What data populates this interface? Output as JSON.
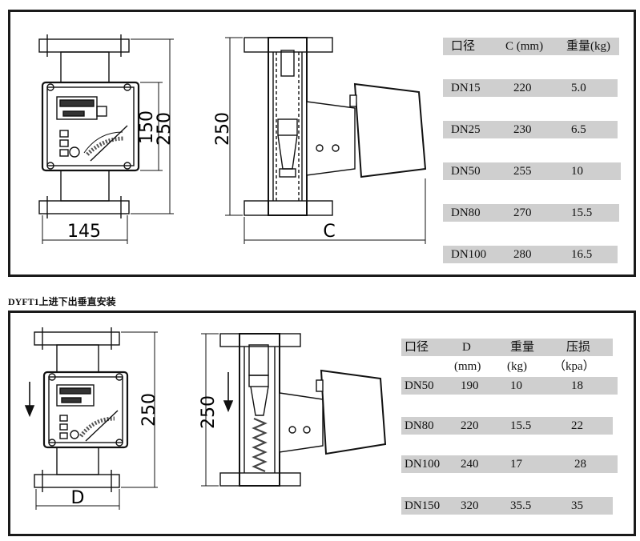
{
  "caption": "DYFT1上进下出垂直安装",
  "panel1": {
    "dims": {
      "height_outer": "250",
      "height_inner": "150",
      "width": "145",
      "side_height": "250",
      "side_width": "C"
    },
    "table": {
      "headers": [
        "口径",
        "C (mm)",
        "重量(kg)"
      ],
      "rows": [
        [
          "DN15",
          "220",
          "5.0"
        ],
        [
          "DN25",
          "230",
          "6.5"
        ],
        [
          "DN50",
          "255",
          "10"
        ],
        [
          "DN80",
          "270",
          "15.5"
        ],
        [
          "DN100",
          "280",
          "16.5"
        ]
      ]
    }
  },
  "panel2": {
    "dims": {
      "height_outer": "250",
      "width": "D",
      "side_height": "250"
    },
    "table": {
      "headers": [
        "口径",
        "D",
        "重量",
        "压损"
      ],
      "subheaders": [
        "(mm)",
        "(kg)",
        "（kpa）"
      ],
      "rows": [
        [
          "DN50",
          "190",
          "10",
          "18"
        ],
        [
          "DN80",
          "220",
          "15.5",
          "22"
        ],
        [
          "DN100",
          "240",
          "17",
          "28"
        ],
        [
          "DN150",
          "320",
          "35.5",
          "35"
        ]
      ]
    }
  }
}
